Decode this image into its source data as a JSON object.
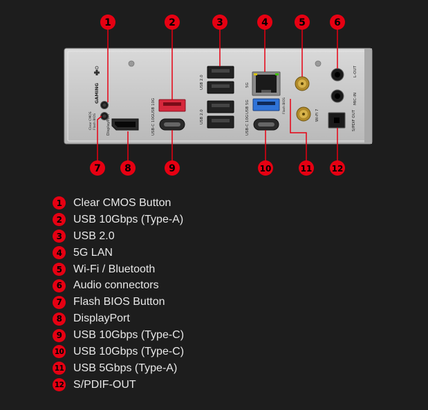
{
  "colors": {
    "background": "#1d1d1d",
    "accent": "#e60012",
    "plate": "#c9c9c9",
    "usb_10g_port": "#d6283c",
    "usb_5g_port": "#2f73d8",
    "legend_text": "#e8e8e8"
  },
  "diagram": {
    "callouts": [
      "1",
      "2",
      "3",
      "4",
      "5",
      "6",
      "7",
      "8",
      "9",
      "10",
      "11",
      "12"
    ],
    "plate_labels": {
      "gaming": "GAMING",
      "clear_cmos": "Clear CMOS",
      "flash_bios": "Flash BIOS",
      "displayport": "DisplayPort",
      "usb_10g_a": "USB 10G",
      "usb_c_10g_left": "USB-C 10G",
      "usb_20_top": "USB 2.0",
      "usb_20_bottom": "USB 2.0",
      "lan_5g": "5G",
      "usb_5g": "USB 5G",
      "usb_c_10g_right": "USB-C 10G",
      "flash_bios_port": "Flash BIOS",
      "wifi": "Wi-Fi 7",
      "mic_in": "MIC-IN",
      "line_out": "L-OUT",
      "spdif": "S/PDIF OUT"
    }
  },
  "legend": [
    {
      "num": "1",
      "label": "Clear CMOS Button"
    },
    {
      "num": "2",
      "label": "USB 10Gbps (Type-A)"
    },
    {
      "num": "3",
      "label": "USB 2.0"
    },
    {
      "num": "4",
      "label": "5G LAN"
    },
    {
      "num": "5",
      "label": "Wi-Fi / Bluetooth"
    },
    {
      "num": "6",
      "label": "Audio connectors"
    },
    {
      "num": "7",
      "label": "Flash BIOS Button"
    },
    {
      "num": "8",
      "label": "DisplayPort"
    },
    {
      "num": "9",
      "label": "USB 10Gbps (Type-C)"
    },
    {
      "num": "10",
      "label": "USB 10Gbps (Type-C)"
    },
    {
      "num": "11",
      "label": "USB 5Gbps (Type-A)"
    },
    {
      "num": "12",
      "label": "S/PDIF-OUT"
    }
  ]
}
